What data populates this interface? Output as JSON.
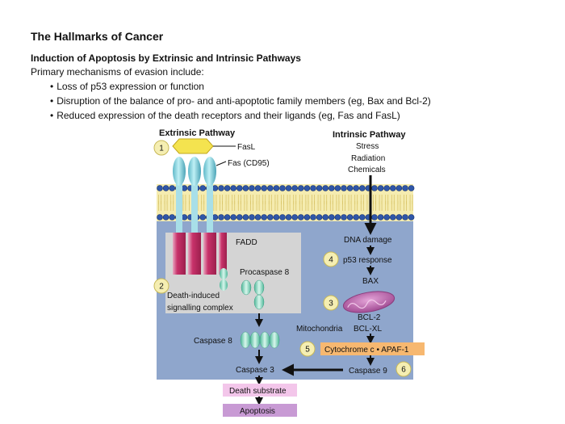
{
  "header": {
    "title": "The Hallmarks of Cancer",
    "subtitle": "Induction of Apoptosis by Extrinsic and Intrinsic Pathways",
    "intro": "Primary mechanisms of evasion include:",
    "bullets": [
      "Loss of p53 expression or function",
      "Disruption of the balance of pro- and anti-apoptotic family members (eg, Bax and Bcl-2)",
      "Reduced expression of the death receptors and their ligands (eg, Fas and FasL)"
    ]
  },
  "diagram": {
    "extrinsic_title": "Extrinsic Pathway",
    "intrinsic_title": "Intrinsic Pathway",
    "stressors": [
      "Stress",
      "Radiation",
      "Chemicals"
    ],
    "fasl": "FasL",
    "fas": "Fas (CD95)",
    "fadd": "FADD",
    "procaspase8": "Procaspase 8",
    "disc": [
      "Death-induced",
      "signalling complex"
    ],
    "caspase8": "Caspase 8",
    "caspase3": "Caspase 3",
    "caspase9": "Caspase 9",
    "death_substrate": "Death substrate",
    "apoptosis": "Apoptosis",
    "dna_damage": "DNA damage",
    "p53": "p53 response",
    "bax": "BAX",
    "bcl2": "BCL-2",
    "bclxl": "BCL-XL",
    "mitochondria": "Mitochondria",
    "cytochrome": "Cytochrome c • APAF-1",
    "steps": [
      "1",
      "2",
      "3",
      "4",
      "5",
      "6"
    ],
    "colors": {
      "cell": "#8fa6cc",
      "complex_box": "#d4d4d4",
      "receptor": "#8fd3de",
      "fasl": "#f4e34f",
      "fadd": "#c8326a",
      "caspase": "#9fe0cf",
      "mitochondria": "#c46ab4",
      "cytochrome_box": "#f7b870",
      "death_box": "#f3c6ea",
      "apoptosis_box": "#c89ad4",
      "step_circle": "#f5eeb2"
    }
  }
}
